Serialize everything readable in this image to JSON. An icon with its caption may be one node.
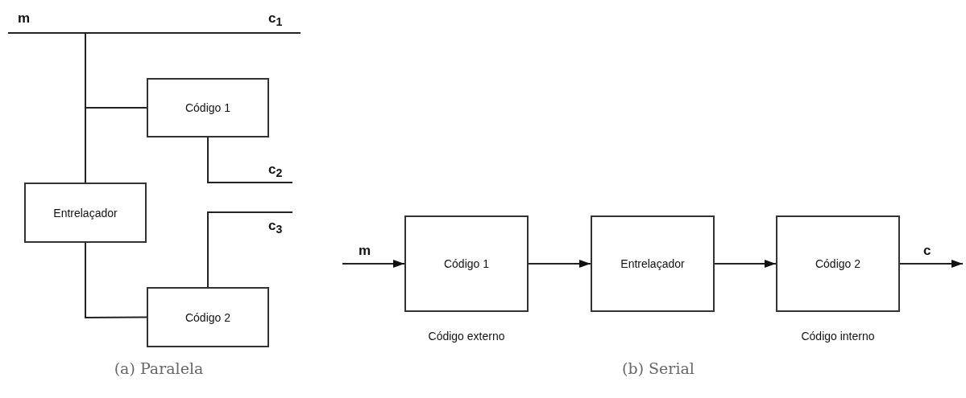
{
  "diagram": {
    "nodes": [
      {
        "text": [
          "m"
        ]
      },
      {
        "text": [
          "c$_{1}$"
        ]
      },
      {
        "text": [
          "Código 1"
        ]
      },
      {
        "text": [
          "c$_{2}$"
        ]
      },
      {
        "text": [
          "Entrelaçador"
        ]
      },
      {
        "text": [
          "c$_{3}$"
        ]
      },
      {
        "text": [
          "Código 2"
        ]
      },
      {
        "text": [
          "m"
        ]
      },
      {
        "text": [
          "Código 1"
        ],
        "beside": [
          "Código externo"
        ]
      },
      {
        "text": [
          "Entrelaçador"
        ]
      },
      {
        "text": [
          "Código 2"
        ],
        "beside": [
          "Código interno"
        ]
      },
      {
        "text": [
          "c"
        ]
      }
    ],
    "edges": [
      {
        "from": 0,
        "to": 1,
        "arrow": "none"
      },
      {
        "from": 0,
        "to": 2,
        "arrow": "none"
      },
      {
        "from": 0,
        "to": 4,
        "arrow": "none"
      },
      {
        "from": 2,
        "to": 3,
        "arrow": "none"
      },
      {
        "from": 4,
        "to": 6,
        "arrow": "none"
      },
      {
        "from": 6,
        "to": 5,
        "arrow": "none"
      },
      {
        "from": 7,
        "to": 8,
        "arrow": "to"
      },
      {
        "from": 8,
        "to": 9,
        "arrow": "to"
      },
      {
        "from": 9,
        "to": 10,
        "arrow": "to"
      },
      {
        "from": 10,
        "to": 11,
        "arrow": "to"
      }
    ],
    "labels": [
      "(a) Paralela",
      "(b) Serial"
    ]
  }
}
